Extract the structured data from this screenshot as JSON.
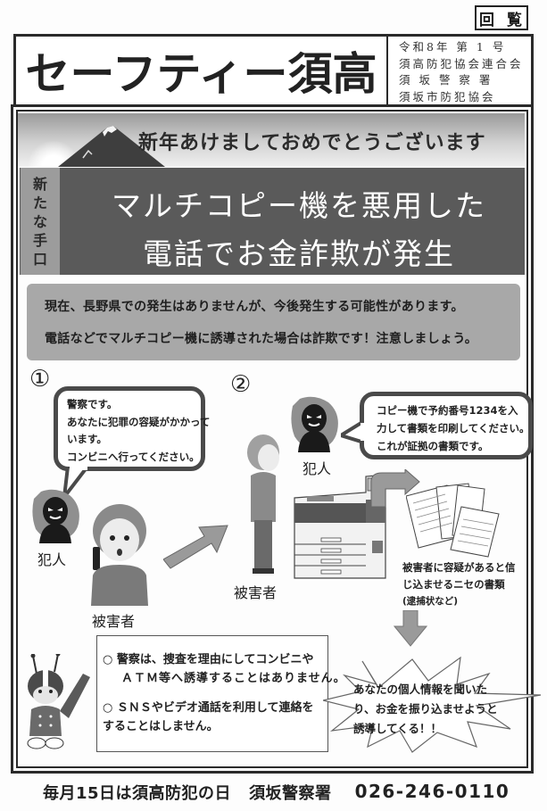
{
  "circulation_badge": {
    "chars": [
      "回",
      "覧"
    ]
  },
  "header": {
    "title": "セーフティー須高",
    "info_lines": [
      "令和8年 第 1 号",
      "須高防犯協会連合会",
      "須 坂 警 察 署",
      "須坂市防犯協会"
    ]
  },
  "banner": {
    "greeting": "新年あけましておめでとうございます",
    "side_tag": [
      "新",
      "た",
      "な",
      "手",
      "口"
    ],
    "headline_line1": "マルチコピー機を悪用した",
    "headline_line2": "電話でお金詐欺が発生"
  },
  "notice": {
    "line1": "現在、長野県での発生はありませんが、今後発生する可能性があります。",
    "line2": "電話などでマルチコピー機に誘導された場合は詐欺です！注意しましょう。"
  },
  "step1": {
    "number": "①",
    "bubble_lines": [
      "警察です。",
      "あなたに犯罪の容疑がかかって",
      "います。",
      "コンビニへ行ってください。"
    ],
    "criminal_label": "犯人",
    "victim_label": "被害者"
  },
  "step2": {
    "number": "②",
    "bubble_lines": [
      "コピー機で予約番号1234を入",
      "力して書類を印刷してください。",
      "これが証拠の書類です。"
    ],
    "criminal_label": "犯人",
    "victim_label": "被害者",
    "fake_docs_caption": [
      "被害者に容疑があると信",
      "じ込ませるニセの書類"
    ],
    "fake_docs_example": "(逮捕状など)"
  },
  "police_rules": {
    "bullet": "○",
    "rule1": [
      "警察は、捜査を理由にしてコンビニや",
      "ＡＴＭ等へ誘導することはありません。"
    ],
    "rule2": [
      "ＳＮＳやビデオ通話を利用して連絡を",
      "することはしません。"
    ]
  },
  "warning_burst": {
    "lines": [
      "あなたの個人情報を聞いた",
      "り、お金を振り込ませようと",
      "誘導してくる！！"
    ]
  },
  "footer": {
    "crime_prevention_day": "毎月15日は須高防犯の日",
    "station": "須坂警察署",
    "phone": "026-246-0110"
  },
  "colors": {
    "ink": "#222222",
    "banner_dark": "#5a5a5a",
    "notice_gray": "#a8a8a8",
    "tag_gray": "#9c9c9c"
  }
}
